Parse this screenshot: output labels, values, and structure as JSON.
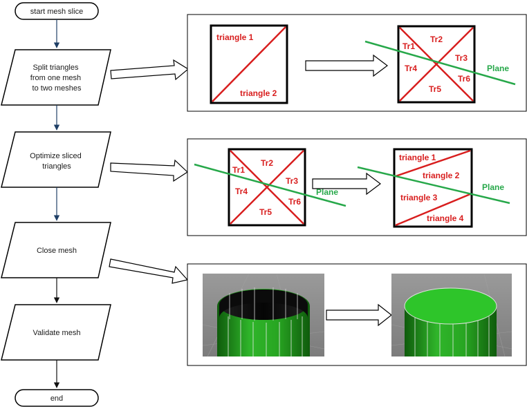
{
  "flowchart": {
    "start": "start mesh slice",
    "step1": [
      "Split triangles",
      "from one mesh",
      "to two meshes"
    ],
    "step2": [
      "Optimize sliced",
      "triangles"
    ],
    "step3": "Close mesh",
    "step4": "Validate mesh",
    "end": "end"
  },
  "panel1": {
    "left_square": {
      "top_label": "triangle 1",
      "bottom_label": "triangle 2"
    },
    "right_square": {
      "labels": [
        "Tr1",
        "Tr2",
        "Tr3",
        "Tr4",
        "Tr5",
        "Tr6"
      ]
    },
    "plane_label": "Plane"
  },
  "panel2": {
    "left_square": {
      "labels": [
        "Tr1",
        "Tr2",
        "Tr3",
        "Tr4",
        "Tr5",
        "Tr6"
      ]
    },
    "right_square": {
      "labels": [
        "triangle 1",
        "triangle 2",
        "triangle 3",
        "triangle 4"
      ]
    },
    "plane_label_left": "Plane",
    "plane_label_right": "Plane"
  },
  "colors": {
    "red": "#d81e1e",
    "green": "#27a84a",
    "flow_arrow": "#1f3f66",
    "mesh_green": "#27a51e",
    "viewport_bg": "#8f8f8f"
  }
}
